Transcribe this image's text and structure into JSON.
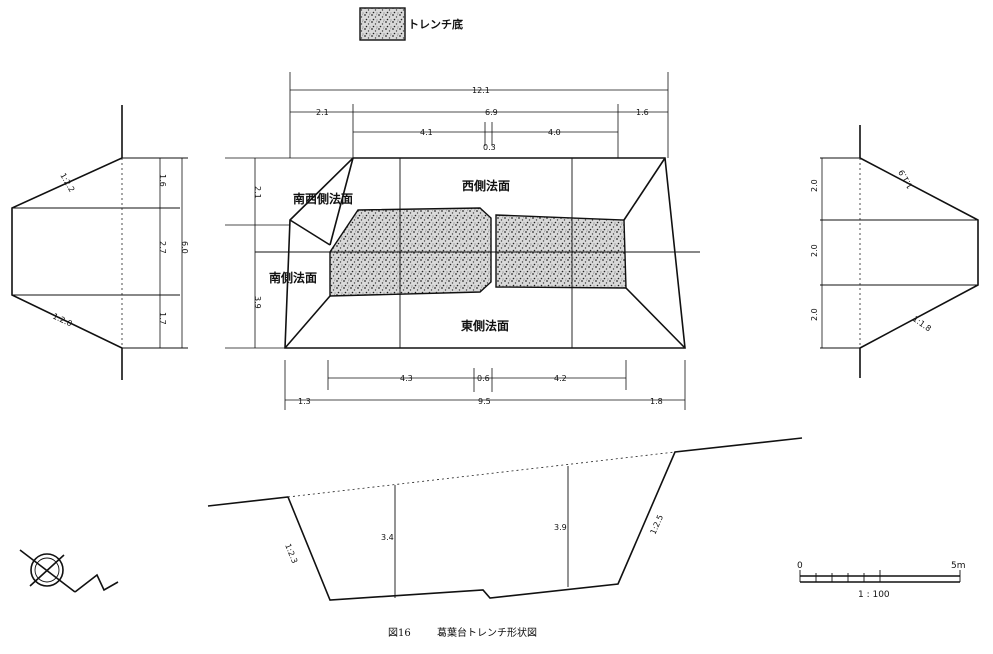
{
  "legend": {
    "label": "トレンチ底"
  },
  "caption": {
    "figure": "図16",
    "title": "葛葉台トレンチ形状図"
  },
  "faces": {
    "west": "西側法面",
    "southwest": "南西側法面",
    "south": "南側法面",
    "east": "東側法面"
  },
  "plan_dims": {
    "top_total": "12.1",
    "top_left": "2.1",
    "top_mid": "6.9",
    "top_right": "1.6",
    "top_inner_left": "4.1",
    "top_inner_right": "4.0",
    "top_gap": "0.3",
    "left_upper": "2.1",
    "left_lower": "3.9",
    "bottom_inner_left": "4.3",
    "bottom_gap": "0.6",
    "bottom_inner_right": "4.2",
    "bottom_left": "1.3",
    "bottom_mid": "9.5",
    "bottom_right": "1.8"
  },
  "left_section": {
    "slope_top": "1:2.2",
    "slope_bottom": "1:2.0",
    "seg1": "1.6",
    "seg2": "2.7",
    "seg3": "1.7",
    "total": "6.0"
  },
  "right_section": {
    "slope_top": "1:1.9",
    "slope_bottom": "1:1.8",
    "seg1": "2.0",
    "seg2": "2.0",
    "seg3": "2.0"
  },
  "long_section": {
    "depth_left": "3.4",
    "depth_right": "3.9",
    "slope_left": "1:2.3",
    "slope_right": "1:2.5"
  },
  "scale": {
    "zero": "0",
    "end": "5m",
    "ratio": "1 : 100"
  }
}
